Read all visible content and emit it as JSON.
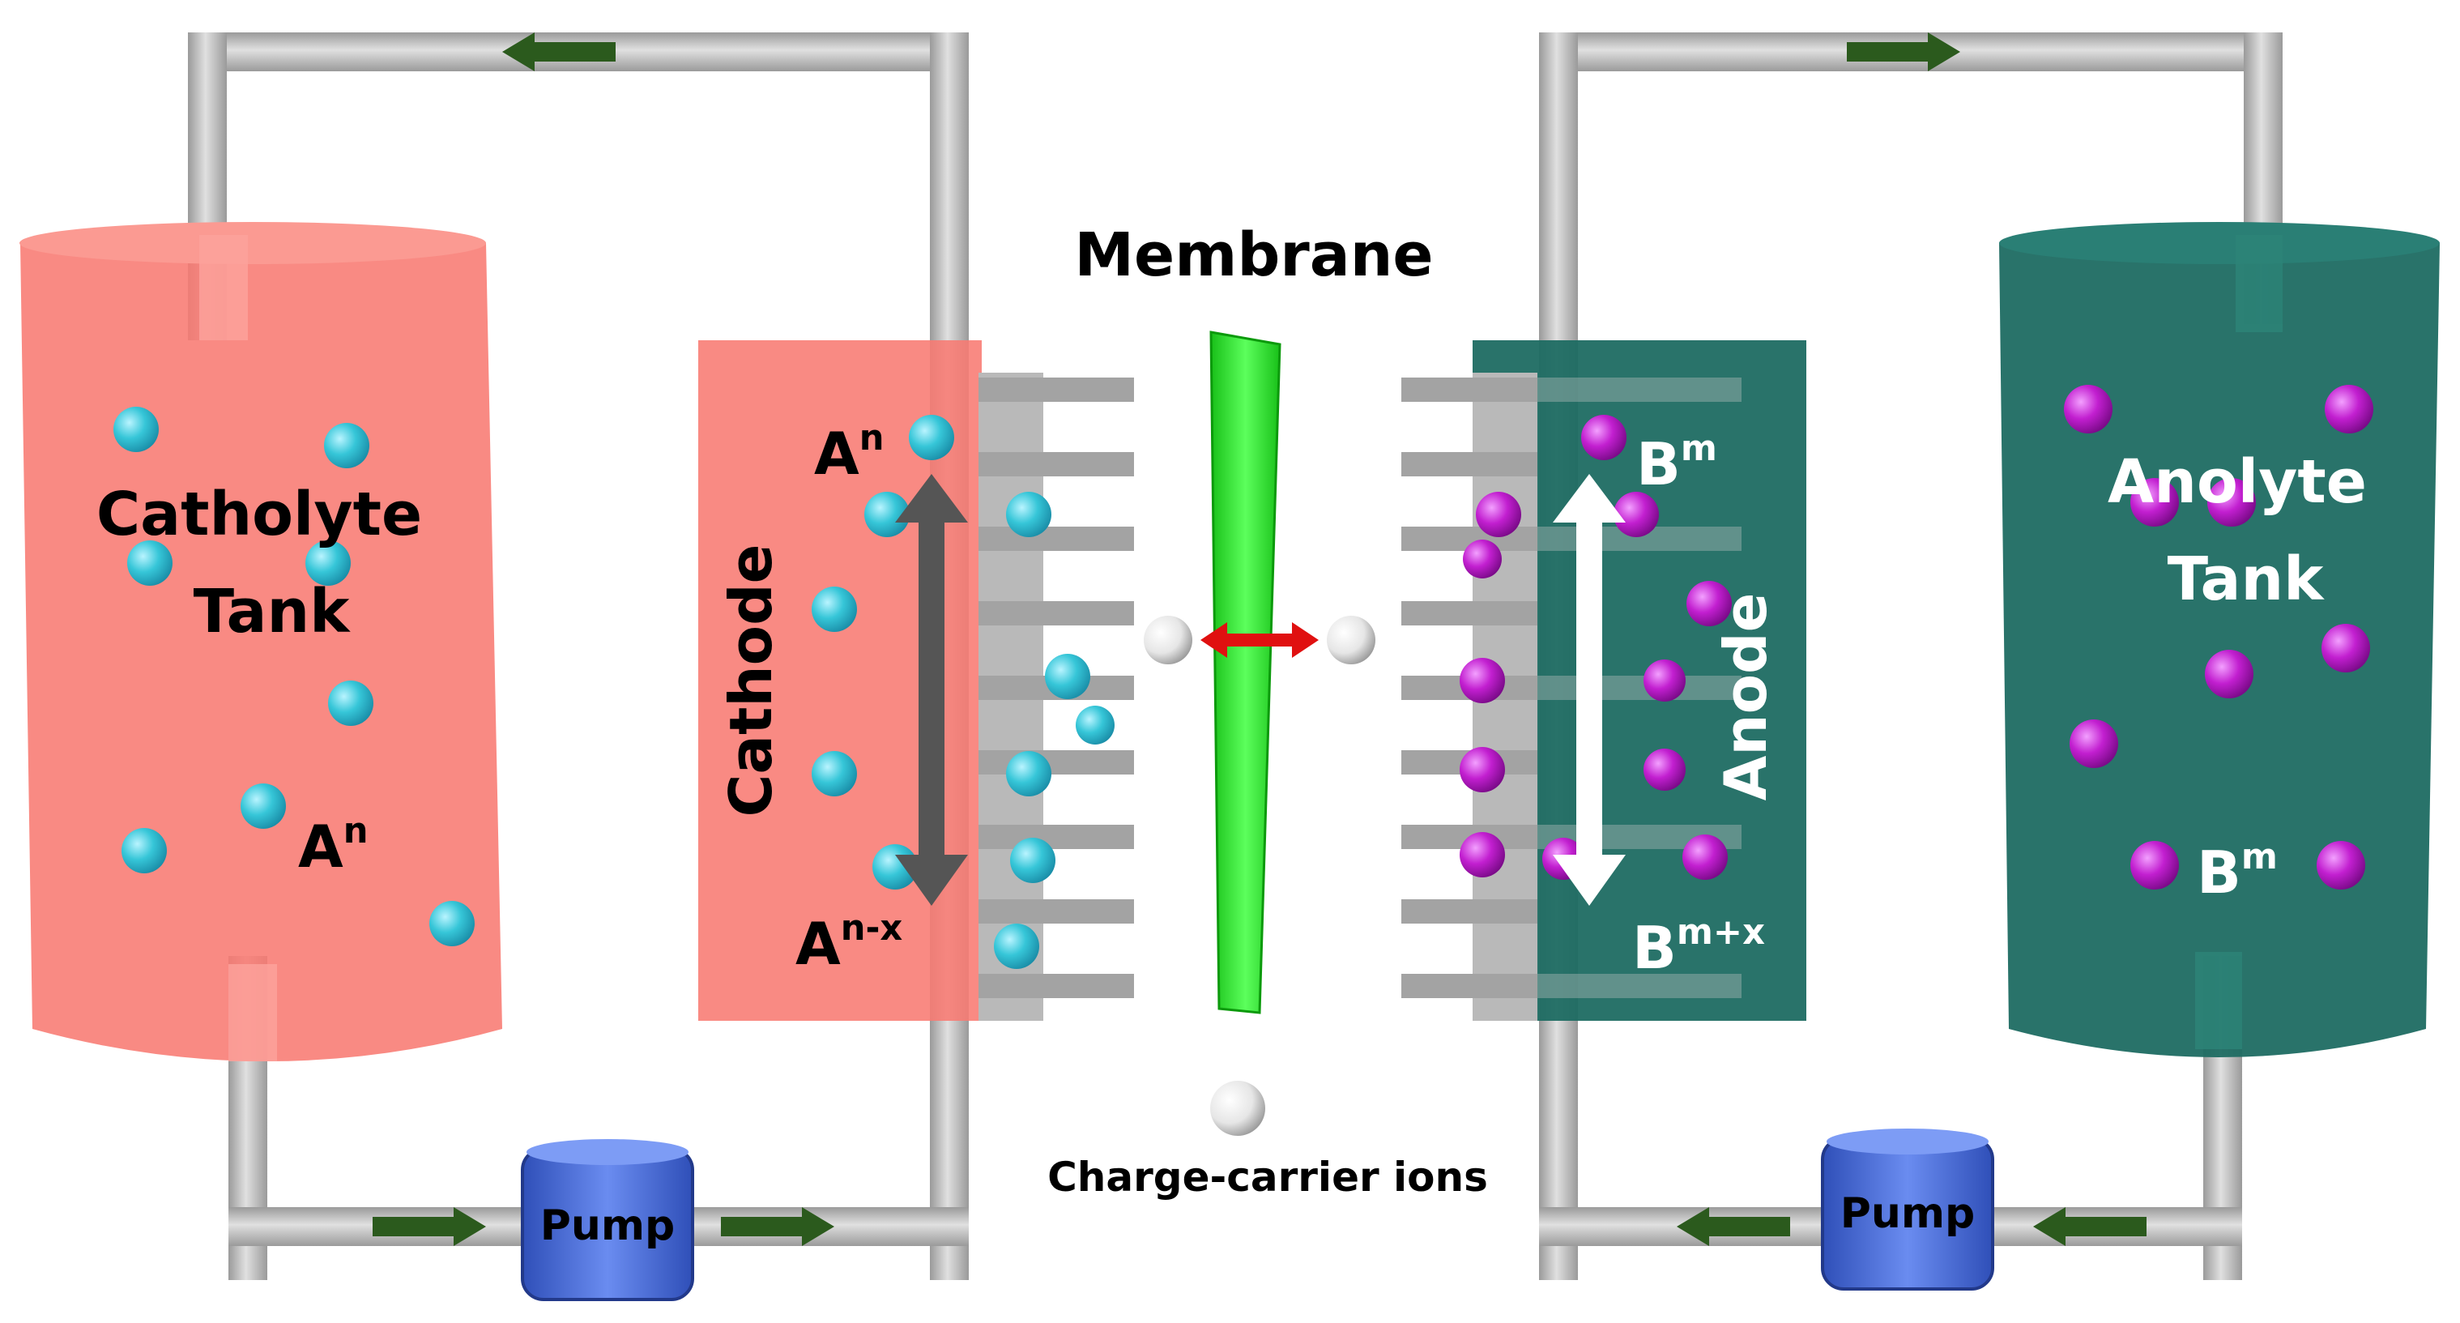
{
  "labels": {
    "membrane": "Membrane",
    "catholyte_tank_line1": "Catholyte",
    "catholyte_tank_line2": "Tank",
    "anolyte_tank_line1": "Anolyte",
    "anolyte_tank_line2": "Tank",
    "cathode": "Cathode",
    "anode": "Anode",
    "charge_carrier_ions": "Charge-carrier ions",
    "pump_left": "Pump",
    "pump_right": "Pump"
  },
  "species": {
    "a_base": "A",
    "a_sup_n": "n",
    "a_sup_nx": "n-x",
    "b_base": "B",
    "b_sup_m": "m",
    "b_sup_mx": "m+x"
  },
  "colors": {
    "catholyte": "#f87a72",
    "anolyte": "#1d6b62",
    "membrane": "#2ee32e",
    "pipe": "#b3b3b3",
    "flow_arrow": "#2b5a1d",
    "pump": "#4a6fd6",
    "cyan_ion": "#36c6d8",
    "magenta_ion": "#c21fd0",
    "electrode_plate": "#a9a9a9",
    "ion_exchange_arrow": "#e01010"
  }
}
